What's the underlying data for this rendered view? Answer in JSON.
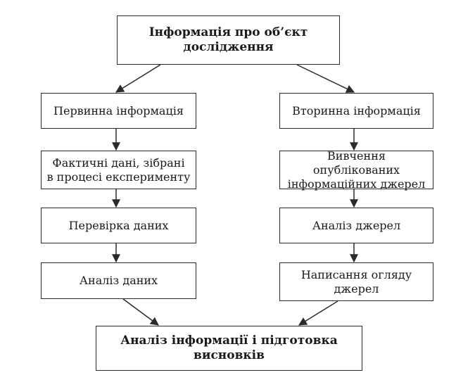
{
  "diagram": {
    "top": {
      "line1": "Інформація про об’єкт",
      "line2": "дослідження"
    },
    "left": {
      "primary": "Первинна інформація",
      "facts_line1": "Фактичні дані, зібрані",
      "facts_line2": "в процесі експерименту",
      "check": "Перевірка даних",
      "analysis": "Аналіз даних"
    },
    "right": {
      "secondary": "Вторинна інформація",
      "study_line1": "Вивчення опублікованих",
      "study_line2": "інформаційних джерел",
      "analysis": "Аналіз джерел",
      "review_line1": "Написання огляду",
      "review_line2": "джерел"
    },
    "bottom": {
      "line1": "Аналіз інформації і підготовка",
      "line2": "висновків"
    },
    "colors": {
      "stroke": "#2a2a2a",
      "background": "#ffffff",
      "text": "#1a1a1a"
    }
  }
}
